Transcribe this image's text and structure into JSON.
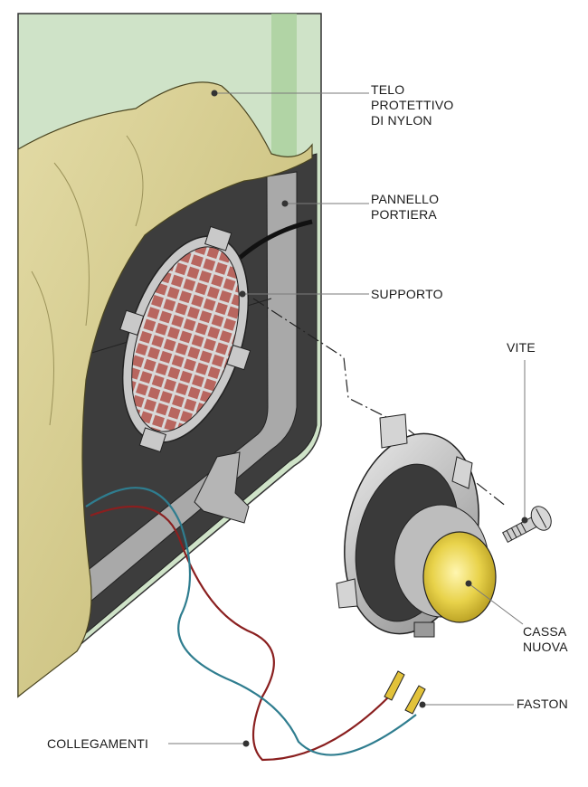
{
  "labels": {
    "telo": [
      "TELO",
      "PROTETTIVO",
      "DI NYLON"
    ],
    "pannello": [
      "PANNELLO",
      "PORTIERA"
    ],
    "supporto": [
      "SUPPORTO"
    ],
    "vite": [
      "VITE"
    ],
    "cassa": [
      "CASSA",
      "NUOVA"
    ],
    "faston": [
      "FASTON"
    ],
    "collegamenti": [
      "COLLEGAMENTI"
    ]
  },
  "colors": {
    "door_panel": "#cfe3c8",
    "door_stripe": "#a9cf9c",
    "dark_inner": "#3b3b3b",
    "nylon": "#d8cf93",
    "frame_grey": "#a9a9a9",
    "grille_red": "#b8665f",
    "wire_red": "#8a1f1f",
    "wire_blue": "#2f7d8f",
    "cone_yellow": "#e8d24a",
    "leader_grey": "#7a7a7a"
  }
}
